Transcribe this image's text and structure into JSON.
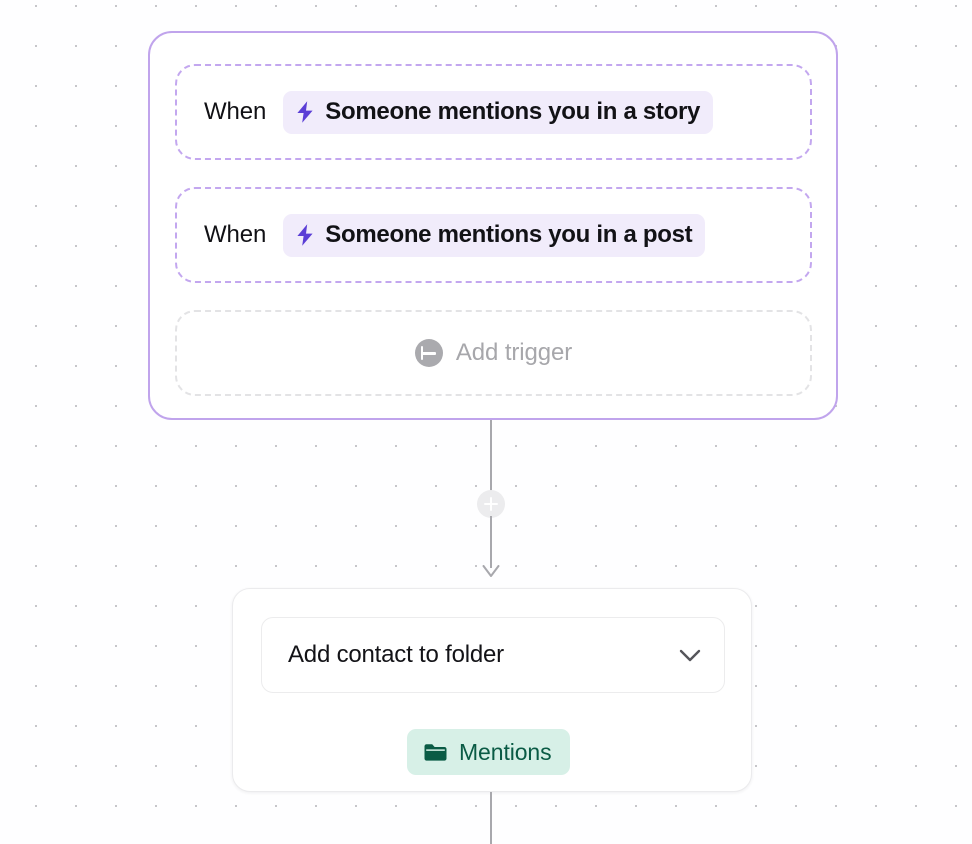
{
  "canvas": {
    "background_color": "#fefeff",
    "dot_color": "#c6c6ca"
  },
  "trigger_group": {
    "border_color": "#c0a4ec",
    "triggers": [
      {
        "when_label": "When",
        "icon": "lightning-bolt-icon",
        "icon_color": "#5b3ed6",
        "pill_background": "#f1ecfb",
        "text": "Someone mentions you in a story"
      },
      {
        "when_label": "When",
        "icon": "lightning-bolt-icon",
        "icon_color": "#5b3ed6",
        "pill_background": "#f1ecfb",
        "text": "Someone mentions you in a post"
      }
    ],
    "add_trigger": {
      "label": "Add trigger",
      "icon": "plus-circle-icon",
      "color": "#a7a7ab"
    }
  },
  "connector": {
    "add_step_icon": "plus-circle-icon",
    "line_color": "#a8a8ad"
  },
  "action_card": {
    "select": {
      "value": "Add contact to folder",
      "chevron_icon": "chevron-down-icon"
    },
    "chip": {
      "icon": "folder-icon",
      "label": "Mentions",
      "background": "#d7f0e7",
      "text_color": "#0a5b45"
    }
  }
}
